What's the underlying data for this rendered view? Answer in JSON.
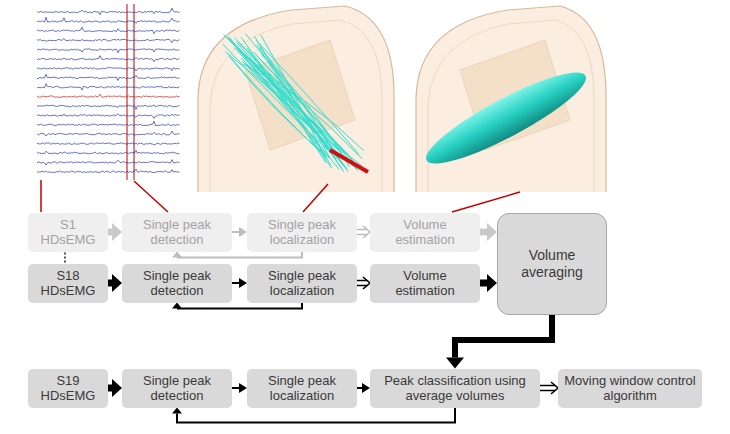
{
  "diagram": {
    "nodes": [
      {
        "text": [
          "S1 HDsEMG"
        ]
      },
      {
        "text": [
          "Single peak detection"
        ]
      },
      {
        "text": [
          "Single peak localization"
        ]
      },
      {
        "text": [
          "Volume estimation"
        ]
      },
      {
        "text": [
          "Volume averaging"
        ]
      },
      {
        "text": [
          "S18 HDsEMG"
        ]
      },
      {
        "text": [
          "Single peak detection"
        ]
      },
      {
        "text": [
          "Single peak localization"
        ]
      },
      {
        "text": [
          "Volume estimation"
        ]
      },
      {
        "text": [
          "S19 HDsEMG"
        ]
      },
      {
        "text": [
          "Single peak detection"
        ]
      },
      {
        "text": [
          "Single peak localization"
        ]
      },
      {
        "text": [
          "Peak classification using average volumes"
        ]
      },
      {
        "text": [
          "Moving window control algorithm"
        ]
      }
    ],
    "edges": [
      {
        "from": 0,
        "to": 1,
        "arrow": "to"
      },
      {
        "from": 1,
        "to": 2,
        "arrow": "to"
      },
      {
        "from": 2,
        "to": 1,
        "arrow": "to"
      },
      {
        "from": 2,
        "to": 3,
        "arrow": "to"
      },
      {
        "from": 3,
        "to": 4,
        "arrow": "to"
      },
      {
        "from": 5,
        "to": 6,
        "arrow": "to"
      },
      {
        "from": 6,
        "to": 7,
        "arrow": "to"
      },
      {
        "from": 7,
        "to": 6,
        "arrow": "to"
      },
      {
        "from": 7,
        "to": 8,
        "arrow": "to"
      },
      {
        "from": 8,
        "to": 4,
        "arrow": "to"
      },
      {
        "from": 4,
        "to": 12,
        "arrow": "to"
      },
      {
        "from": 9,
        "to": 10,
        "arrow": "to"
      },
      {
        "from": 10,
        "to": 11,
        "arrow": "to"
      },
      {
        "from": 11,
        "to": 12,
        "arrow": "to"
      },
      {
        "from": 12,
        "to": 10,
        "arrow": "to"
      },
      {
        "from": 12,
        "to": 13,
        "arrow": "to"
      },
      {
        "from": 0,
        "to": 5,
        "arrow": "none"
      }
    ]
  }
}
